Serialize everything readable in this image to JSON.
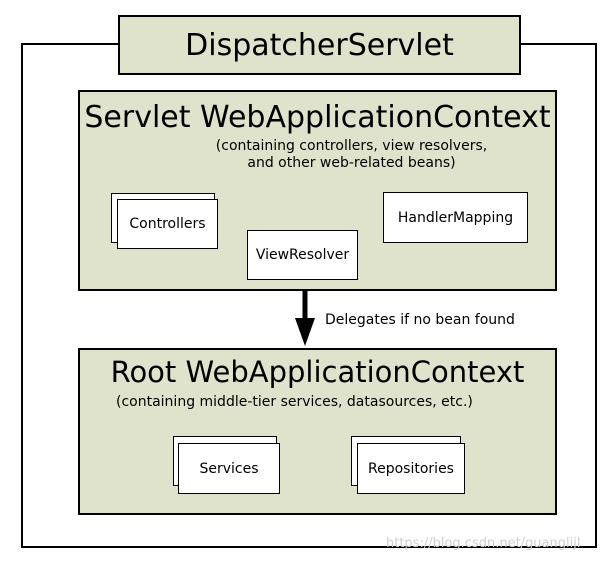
{
  "colors": {
    "context_fill": "#dfe3cc",
    "border": "#000000",
    "bean_fill": "#ffffff",
    "watermark": "#cfcfcf"
  },
  "dispatcher": {
    "title": "DispatcherServlet"
  },
  "servlet_context": {
    "title": "Servlet WebApplicationContext",
    "description": "(containing controllers, view resolvers,\nand other web-related beans)",
    "beans": {
      "controllers": "Controllers",
      "view_resolver": "ViewResolver",
      "handler_mapping": "HandlerMapping"
    }
  },
  "arrow": {
    "label": "Delegates if no bean found"
  },
  "root_context": {
    "title": "Root WebApplicationContext",
    "description": "(containing middle-tier services, datasources, etc.)",
    "beans": {
      "services": "Services",
      "repositories": "Repositories"
    }
  },
  "watermark": "https://blog.csdn.net/guanglijl"
}
